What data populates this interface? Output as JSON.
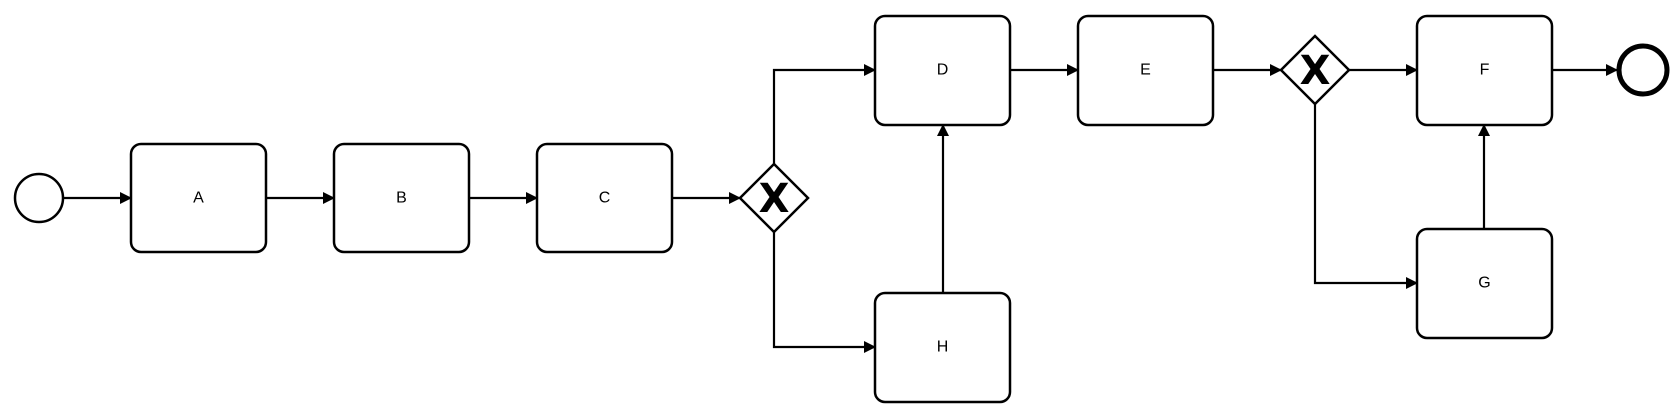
{
  "diagram": {
    "type": "bpmn-process",
    "colors": {
      "stroke": "#000000",
      "fill": "#ffffff"
    },
    "start_event": {
      "icon": "start-event-circle"
    },
    "end_event": {
      "icon": "end-event-thick-circle"
    },
    "tasks": {
      "a": {
        "label": "A"
      },
      "b": {
        "label": "B"
      },
      "c": {
        "label": "C"
      },
      "d": {
        "label": "D"
      },
      "e": {
        "label": "E"
      },
      "f": {
        "label": "F"
      },
      "g": {
        "label": "G"
      },
      "h": {
        "label": "H"
      }
    },
    "gateways": {
      "gw1": {
        "symbol": "X",
        "kind": "exclusive"
      },
      "gw2": {
        "symbol": "X",
        "kind": "exclusive"
      }
    },
    "flows": [
      {
        "from": "start",
        "to": "A"
      },
      {
        "from": "A",
        "to": "B"
      },
      {
        "from": "B",
        "to": "C"
      },
      {
        "from": "C",
        "to": "gateway-1"
      },
      {
        "from": "gateway-1",
        "to": "D"
      },
      {
        "from": "gateway-1",
        "to": "H"
      },
      {
        "from": "H",
        "to": "D"
      },
      {
        "from": "D",
        "to": "E"
      },
      {
        "from": "E",
        "to": "gateway-2"
      },
      {
        "from": "gateway-2",
        "to": "F"
      },
      {
        "from": "gateway-2",
        "to": "G"
      },
      {
        "from": "G",
        "to": "F"
      },
      {
        "from": "F",
        "to": "end"
      }
    ]
  }
}
